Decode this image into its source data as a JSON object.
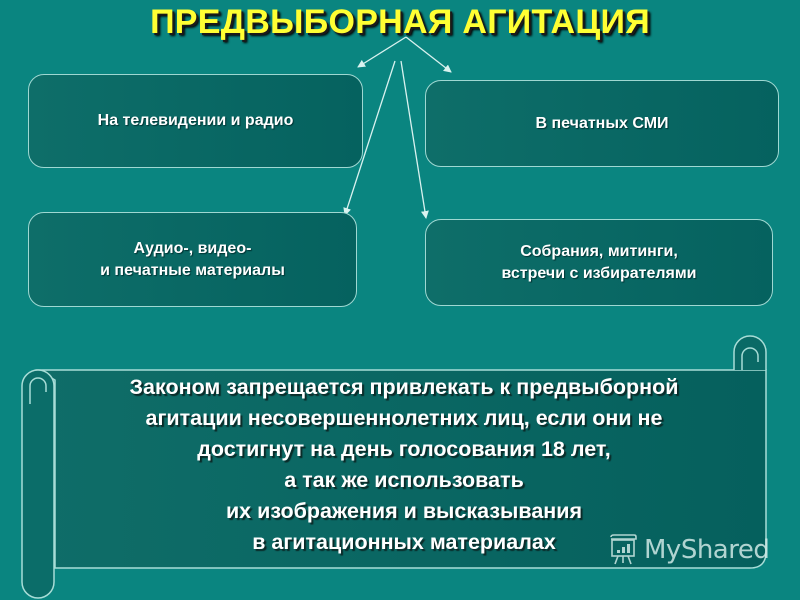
{
  "title": "ПРЕДВЫБОРНАЯ АГИТАЦИЯ",
  "colors": {
    "background": "#0a8580",
    "box_fill": "#05625f",
    "box_border": "#9fd8d2",
    "title": "#ffff33",
    "text": "#ffffff"
  },
  "boxes": [
    {
      "id": "tv-radio",
      "label": "На телевидении и радио"
    },
    {
      "id": "print-media",
      "label": "В печатных СМИ"
    },
    {
      "id": "av-materials",
      "label": "Аудио-, видео-\nи печатные материалы"
    },
    {
      "id": "meetings",
      "label": "Собрания, митинги,\nвстречи с избирателями"
    }
  ],
  "scroll": {
    "text": "Законом запрещается привлекать к предвыборной\nагитации несовершеннолетних лиц, если они не\nдостигнут на день голосования 18 лет,\nа так же использовать\nих изображения и высказывания\nв агитационных материалах"
  },
  "watermark": {
    "icon": "presentation-chart-icon",
    "text": "MyShared"
  }
}
